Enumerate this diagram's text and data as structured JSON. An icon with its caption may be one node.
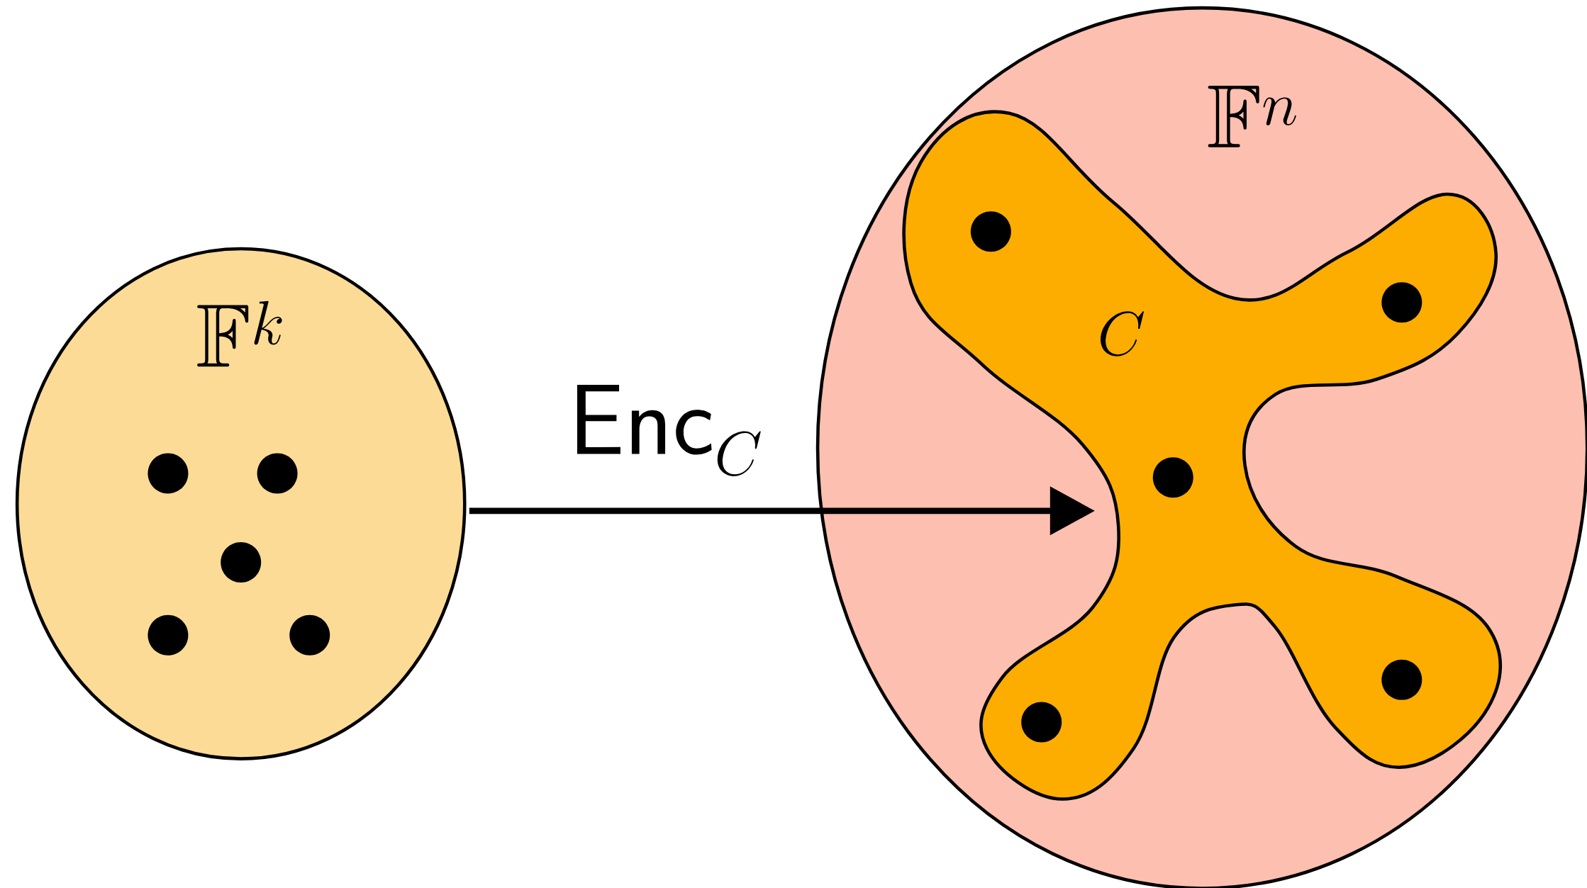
{
  "diagram": {
    "nodes": [
      {
        "text": [
          "\\mathbb{F}^k"
        ]
      },
      {
        "text": [],
        "shape": "circle",
        "in": 0
      },
      {
        "text": [],
        "shape": "circle",
        "in": 0
      },
      {
        "text": [],
        "shape": "circle",
        "in": 0
      },
      {
        "text": [],
        "shape": "circle",
        "in": 0
      },
      {
        "text": [],
        "shape": "circle",
        "in": 0
      },
      {
        "text": [
          "\\mathbb{F}^n"
        ]
      },
      {
        "text": [
          "C"
        ],
        "in": 6
      },
      {
        "text": [],
        "shape": "circle",
        "in": 7
      },
      {
        "text": [],
        "shape": "circle",
        "in": 7
      },
      {
        "text": [],
        "shape": "circle",
        "in": 7
      },
      {
        "text": [],
        "shape": "circle",
        "in": 7
      },
      {
        "text": [],
        "shape": "circle",
        "in": 7
      }
    ],
    "edges": [
      {
        "from": 0,
        "to": 7,
        "arrow": "to",
        "label": "\\mathsf{Enc}_C"
      }
    ]
  }
}
